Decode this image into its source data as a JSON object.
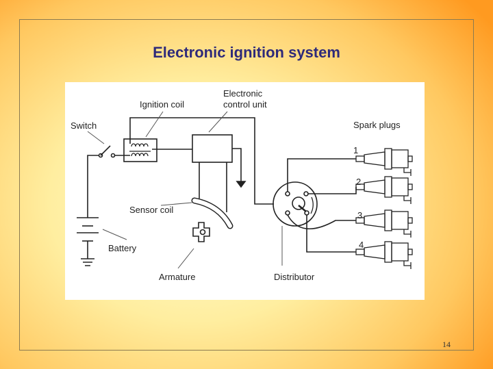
{
  "slide": {
    "title": "Electronic ignition system",
    "page_number": "14"
  },
  "diagram": {
    "labels": {
      "ignition_coil": "Ignition coil",
      "ecu_line1": "Electronic",
      "ecu_line2": "control unit",
      "switch": "Switch",
      "sensor_coil": "Sensor coil",
      "battery": "Battery",
      "armature": "Armature",
      "distributor": "Distributor",
      "spark_plugs": "Spark plugs"
    },
    "plug_numbers": [
      "1",
      "2",
      "3",
      "4"
    ]
  }
}
